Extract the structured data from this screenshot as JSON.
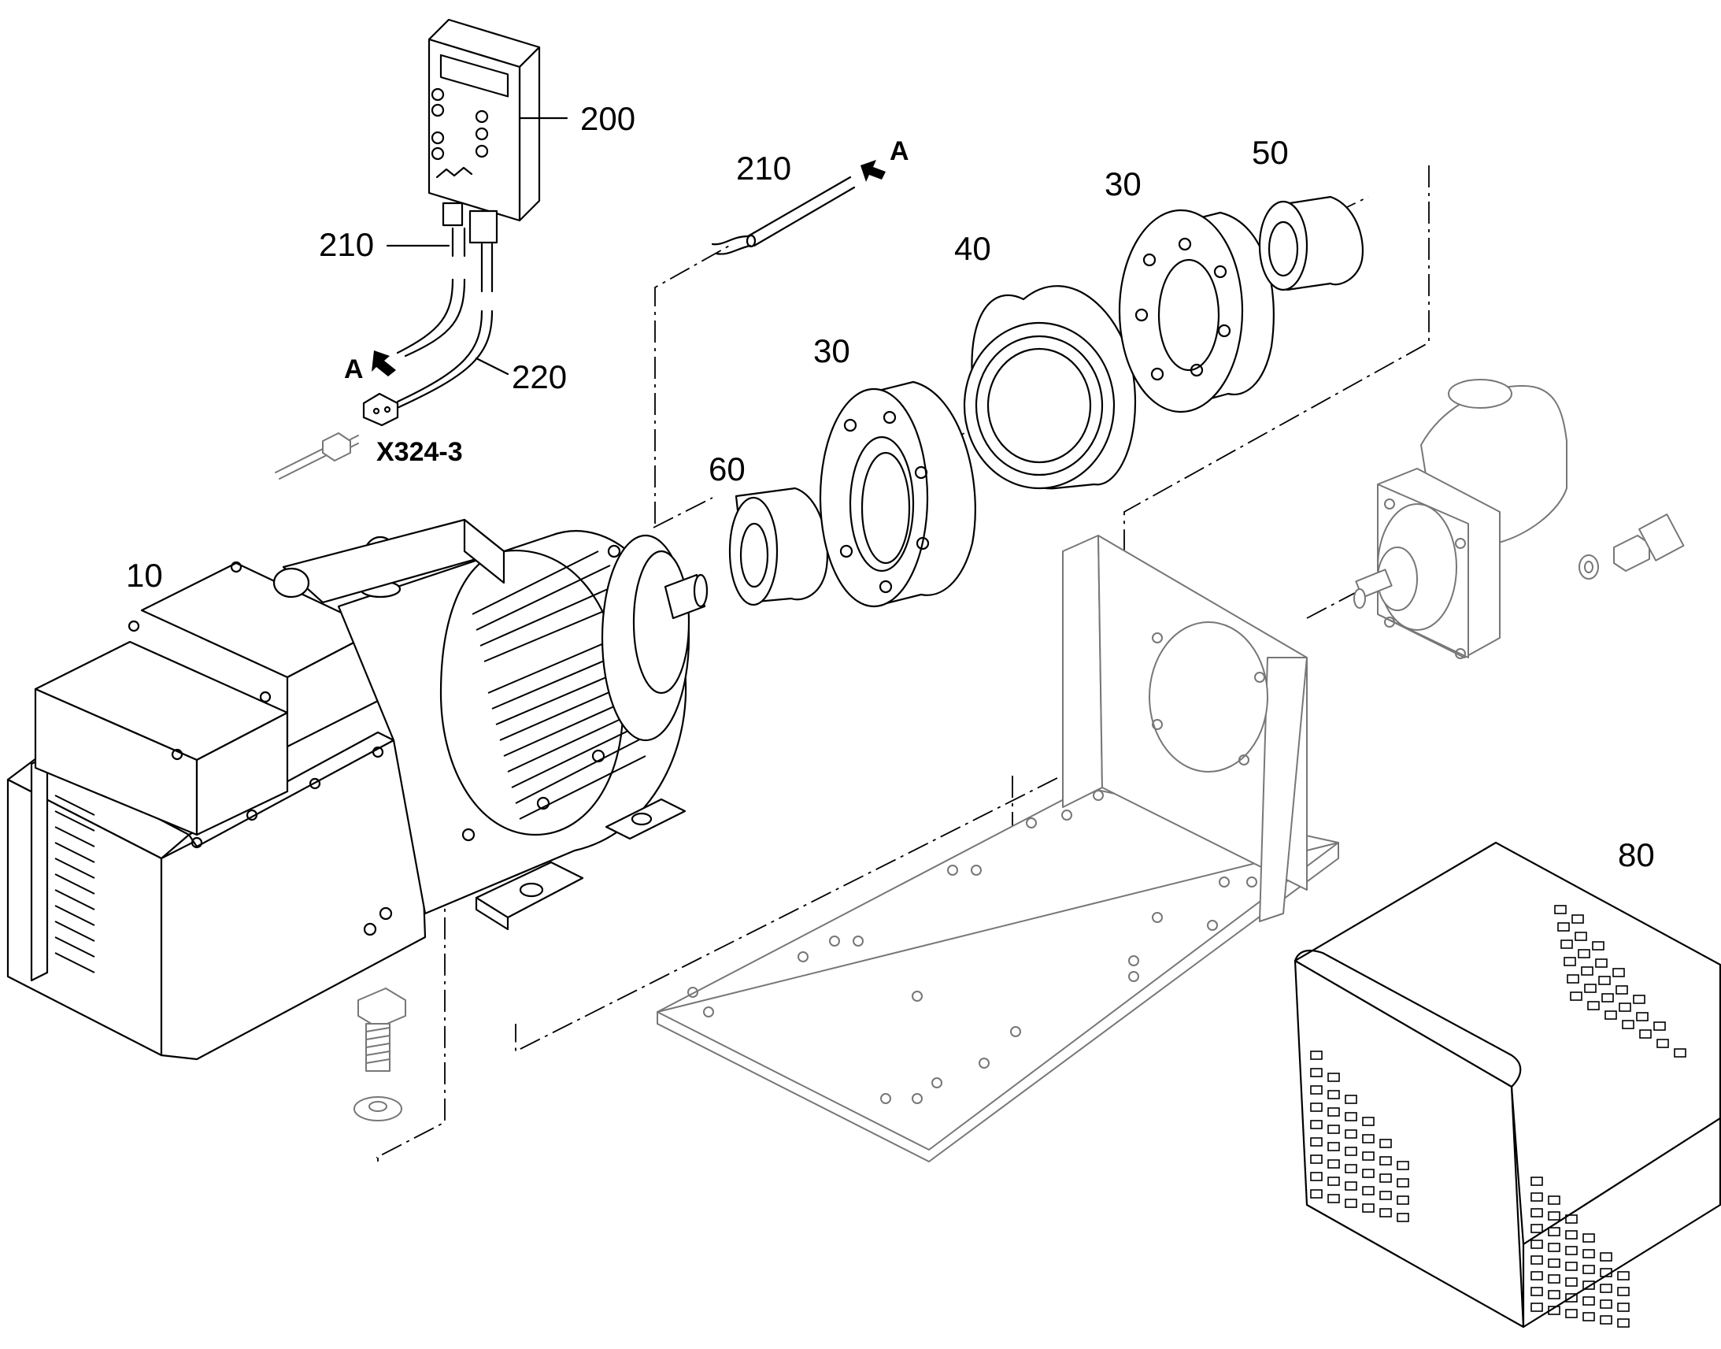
{
  "labels": {
    "motor": "10",
    "coupling_flange_left": "30",
    "coupling_flange_right": "30",
    "elastic_element": "40",
    "hub_right": "50",
    "hub_left": "60",
    "guard": "80",
    "control_box": "200",
    "cable_left": "210",
    "cable_top": "210",
    "cable_plug": "220",
    "arrow_ref_left": "A",
    "arrow_ref_right": "A",
    "connector": "X324-3"
  }
}
